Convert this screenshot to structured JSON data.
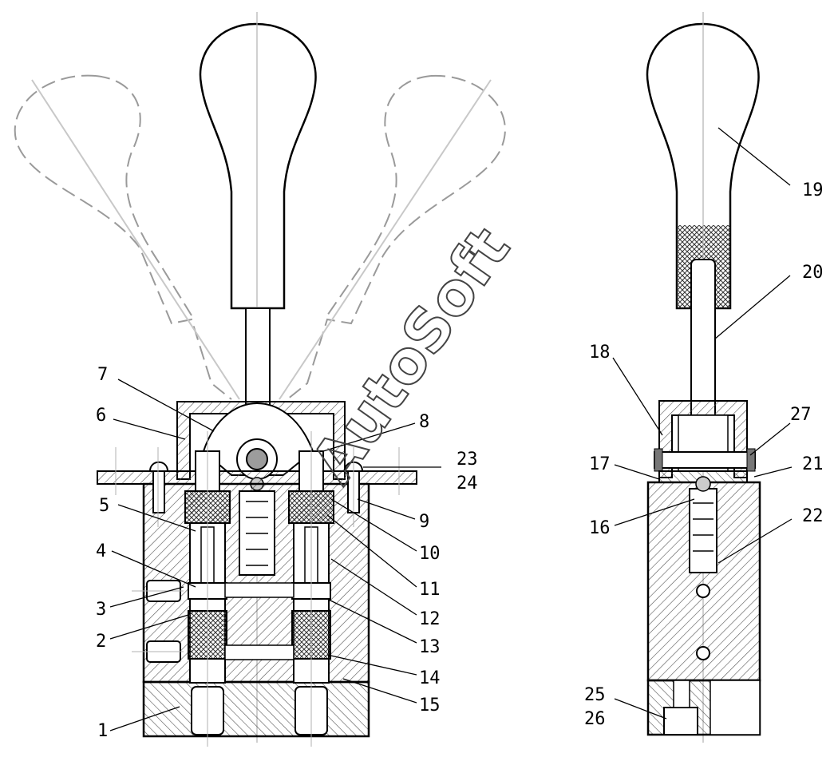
{
  "watermark": "AutoSoft",
  "colors": {
    "line": "#000000",
    "ghost": "#9a9a9a",
    "center": "#b0b0b0",
    "hatch": "#555555",
    "watermark": "#444444"
  },
  "labels": {
    "n1": "1",
    "n2": "2",
    "n3": "3",
    "n4": "4",
    "n5": "5",
    "n6": "6",
    "n7": "7",
    "n8": "8",
    "n9": "9",
    "n10": "10",
    "n11": "11",
    "n12": "12",
    "n13": "13",
    "n14": "14",
    "n15": "15",
    "n16": "16",
    "n17": "17",
    "n18": "18",
    "n19": "19",
    "n20": "20",
    "n21": "21",
    "n22": "22",
    "n23": "23",
    "n24": "24",
    "n25": "25",
    "n26": "26",
    "n27": "27"
  }
}
